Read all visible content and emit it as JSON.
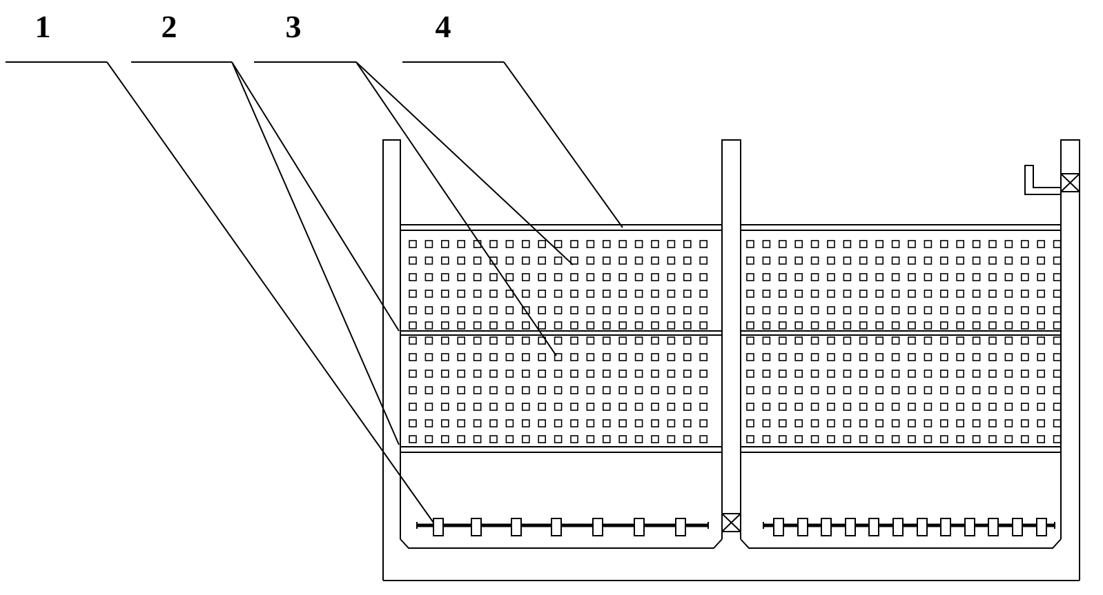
{
  "diagram": {
    "line_color": "#000000",
    "background": "#ffffff",
    "callouts": [
      {
        "label": "1"
      },
      {
        "label": "2"
      },
      {
        "label": "3"
      },
      {
        "label": "4"
      }
    ]
  }
}
